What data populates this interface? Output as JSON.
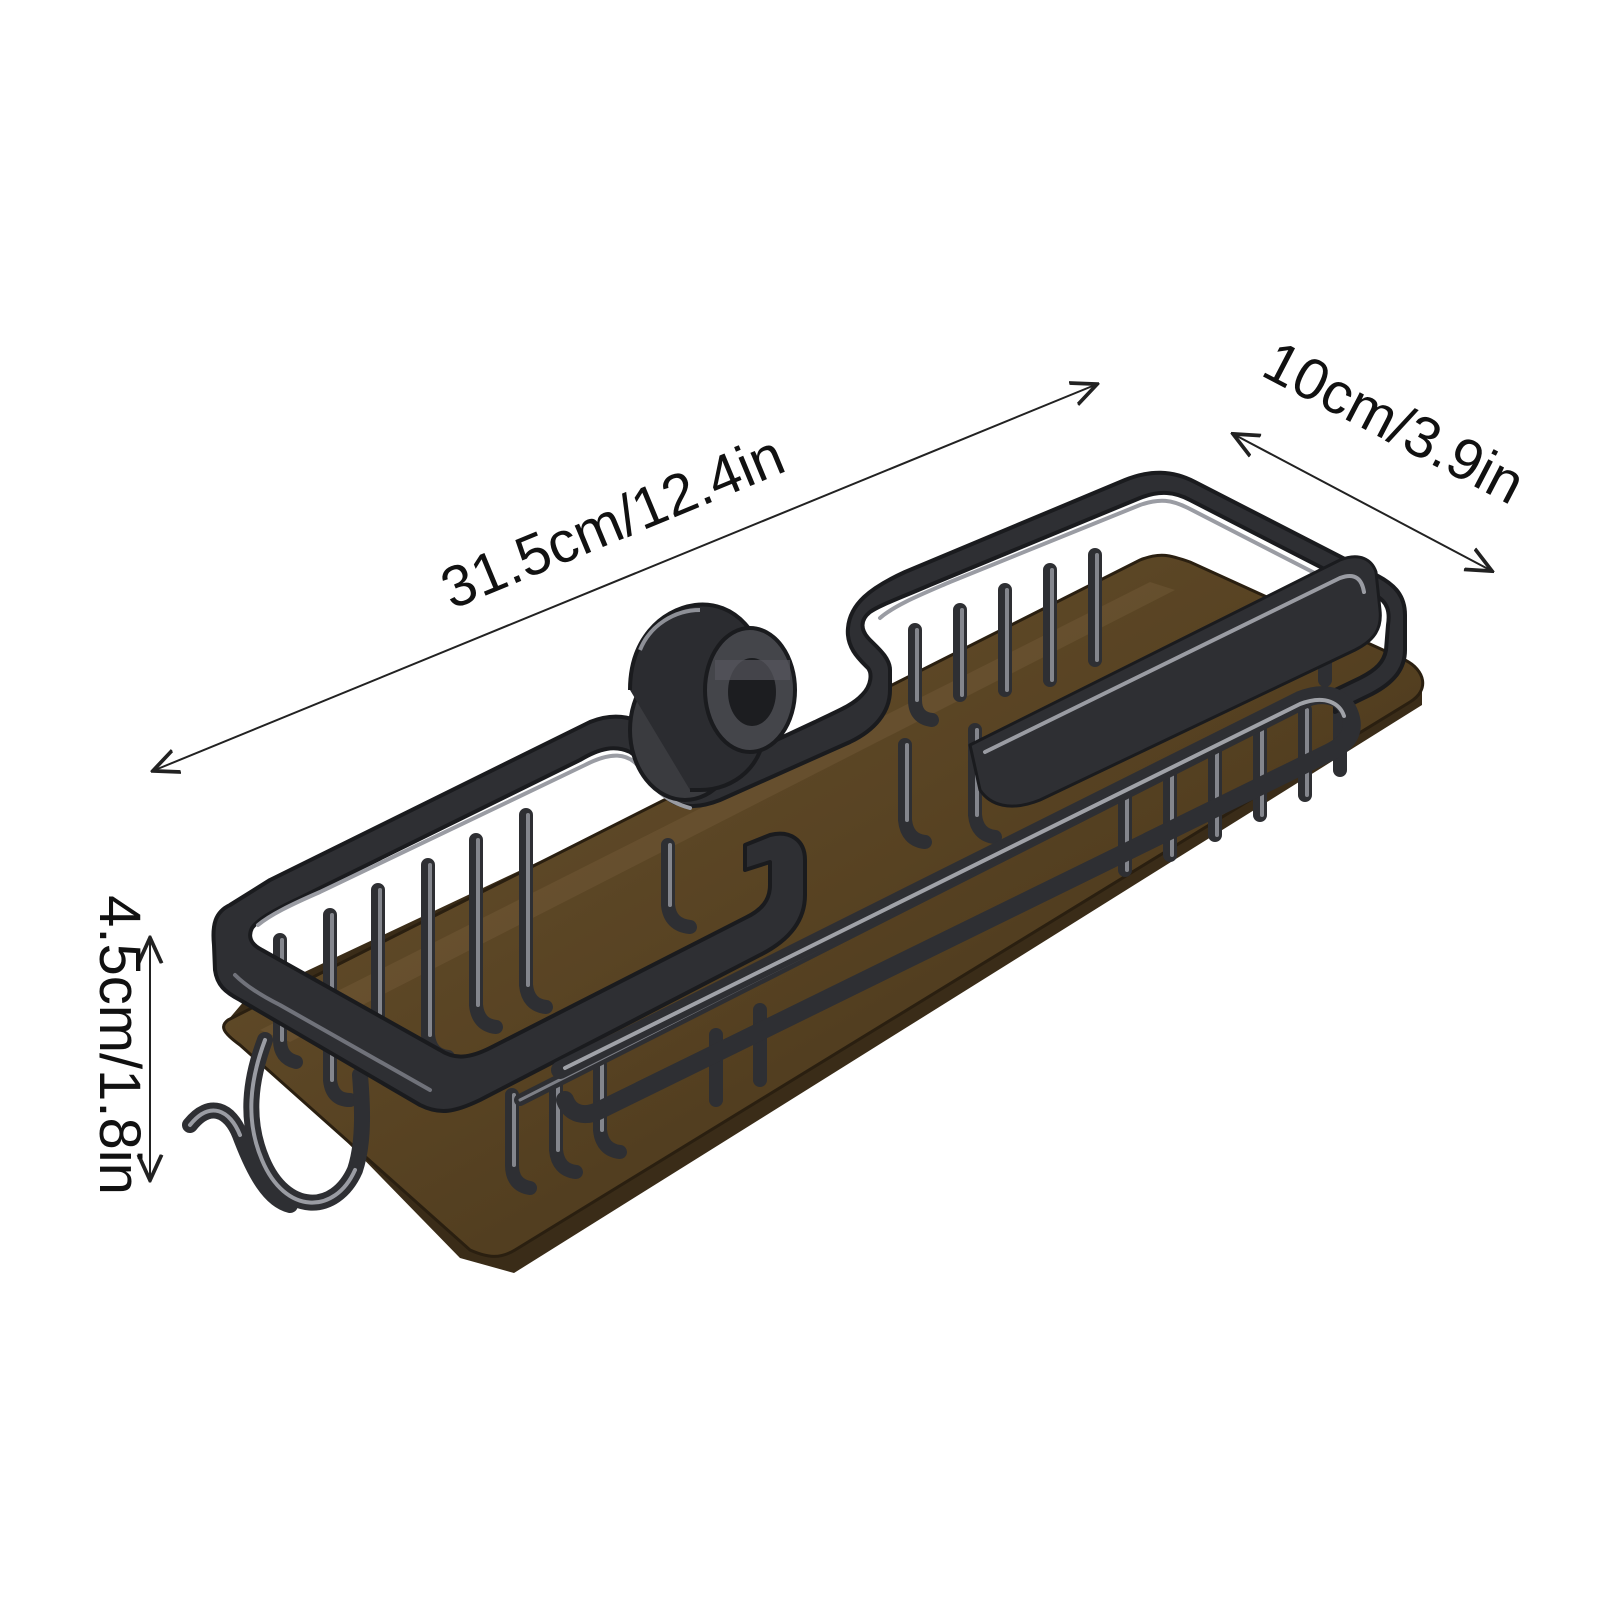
{
  "image": {
    "subject": "sink faucet caddy rack with two wire baskets, clamp ring, side hook and drip tray",
    "colors": {
      "background": "#ffffff",
      "metal_outer": "#2e2f33",
      "metal_highlight": "#8e9097",
      "tray_top": "#5a4424",
      "tray_edge": "#3a2c18",
      "dimension_line": "#222222",
      "text": "#111111"
    }
  },
  "dimensions": {
    "length_label": "31.5cm/12.4in",
    "width_label": "10cm/3.9in",
    "height_label": "4.5cm/1.8in"
  }
}
